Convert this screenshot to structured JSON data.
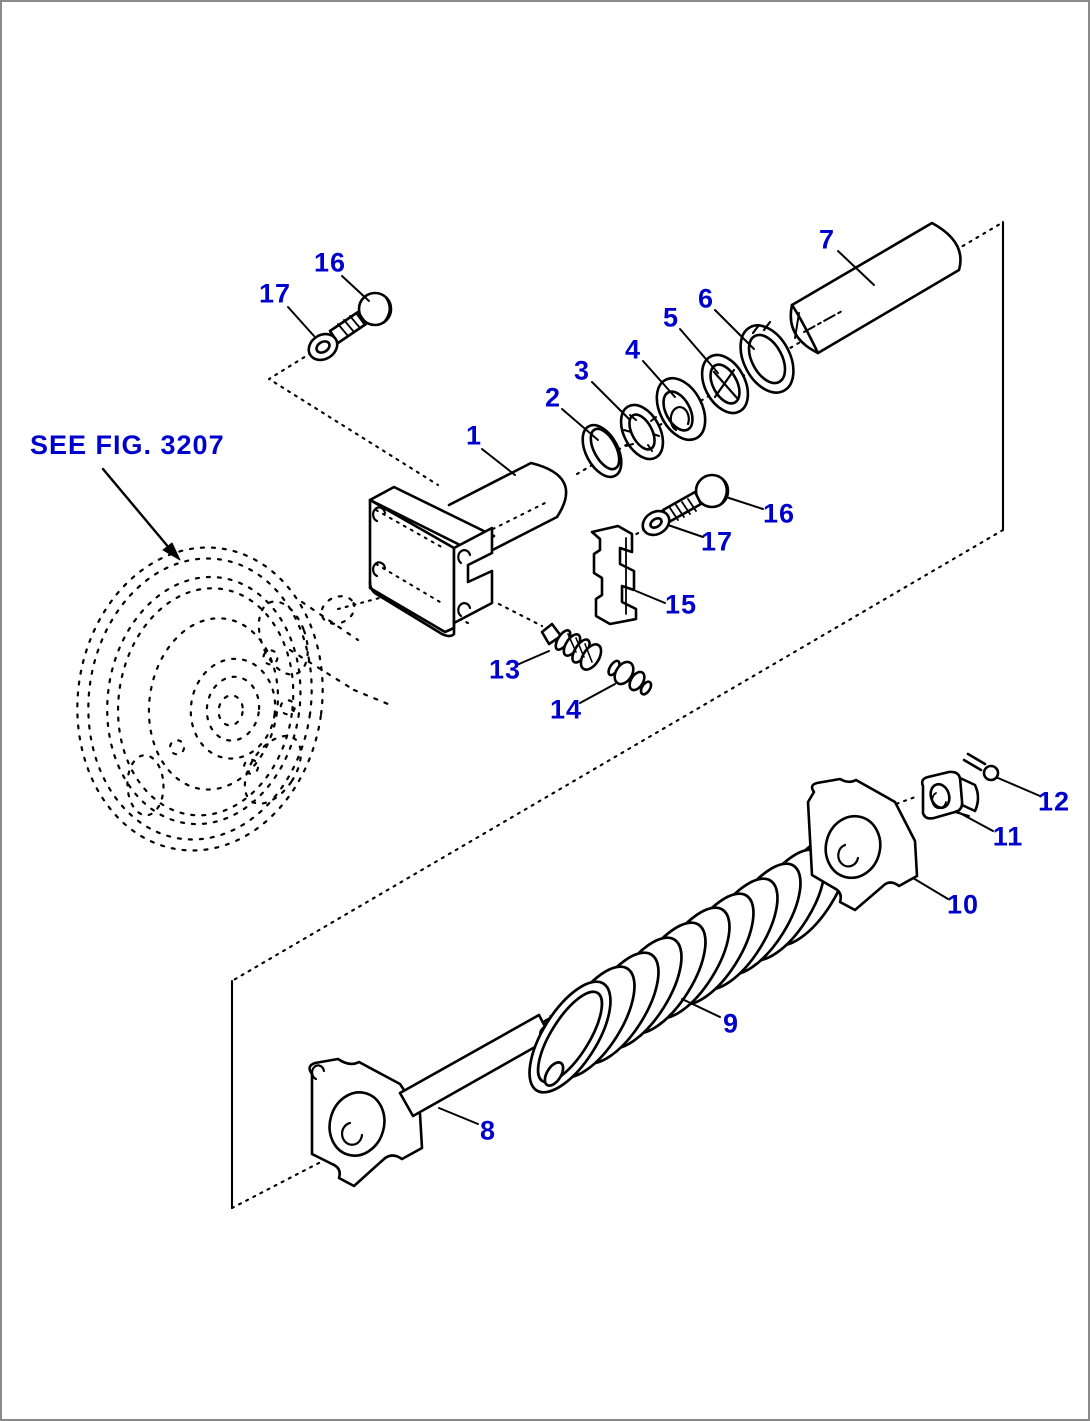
{
  "figure": {
    "reference_note": "SEE FIG. 3207",
    "accent_color": "#0000CC",
    "line_color": "#000000",
    "background_color": "#FFFFFF",
    "page_border_color": "#8A8A8A"
  },
  "part_labels": [
    {
      "id": "part-1",
      "label": "1"
    },
    {
      "id": "part-2",
      "label": "2"
    },
    {
      "id": "part-3",
      "label": "3"
    },
    {
      "id": "part-4",
      "label": "4"
    },
    {
      "id": "part-5",
      "label": "5"
    },
    {
      "id": "part-6",
      "label": "6"
    },
    {
      "id": "part-7",
      "label": "7"
    },
    {
      "id": "part-8",
      "label": "8"
    },
    {
      "id": "part-9",
      "label": "9"
    },
    {
      "id": "part-10",
      "label": "10"
    },
    {
      "id": "part-11",
      "label": "11"
    },
    {
      "id": "part-12",
      "label": "12"
    },
    {
      "id": "part-13",
      "label": "13"
    },
    {
      "id": "part-14",
      "label": "14"
    },
    {
      "id": "part-15",
      "label": "15"
    },
    {
      "id": "part-16-top",
      "label": "16"
    },
    {
      "id": "part-17-top",
      "label": "17"
    },
    {
      "id": "part-16-right",
      "label": "16"
    },
    {
      "id": "part-17-right",
      "label": "17"
    }
  ]
}
